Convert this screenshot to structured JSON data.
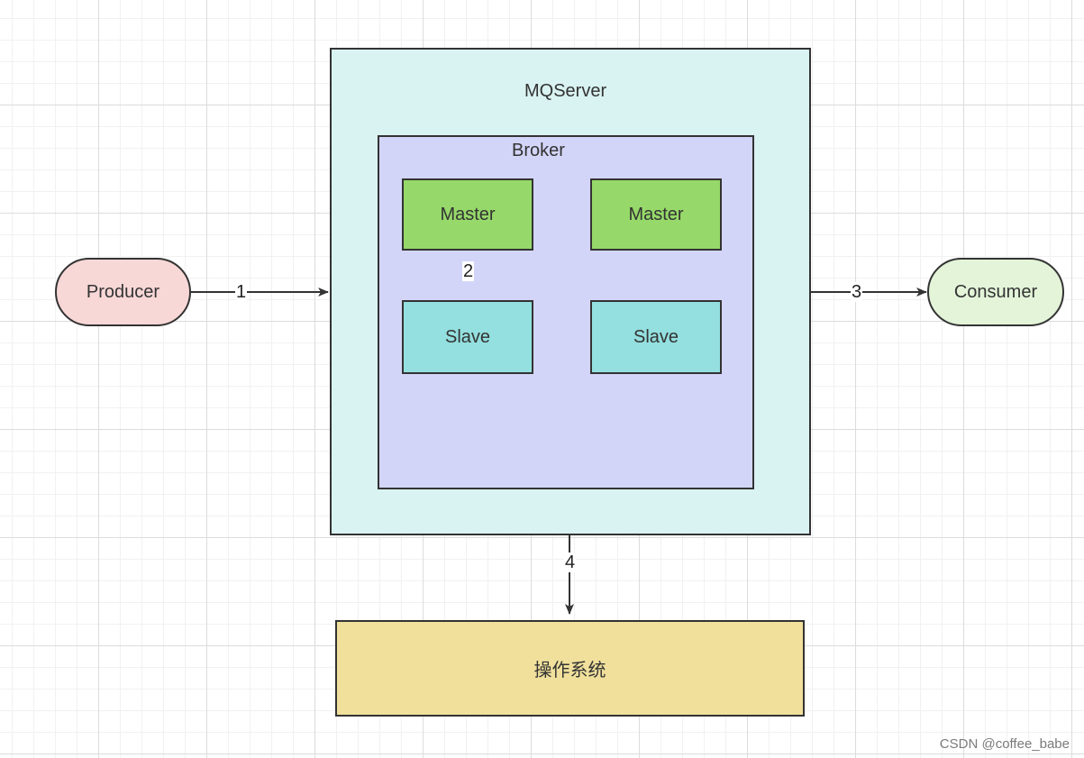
{
  "nodes": {
    "producer": "Producer",
    "consumer": "Consumer",
    "mqserver": "MQServer",
    "broker": "Broker",
    "master_left": "Master",
    "master_right": "Master",
    "slave_left": "Slave",
    "slave_right": "Slave",
    "os": "操作系统"
  },
  "edges": {
    "producer_to_server": "1",
    "master_to_slave": "2",
    "server_to_consumer": "3",
    "server_to_os": "4"
  },
  "colors": {
    "producer_fill": "#f8d7d7",
    "consumer_fill": "#e3f4d9",
    "mqserver_fill": "#d9f2f2",
    "broker_fill": "#d3d5f8",
    "master_fill": "#96d96a",
    "slave_fill": "#94dfdf",
    "os_fill": "#f0e09c",
    "stroke": "#333333"
  },
  "watermark": "CSDN @coffee_babe"
}
